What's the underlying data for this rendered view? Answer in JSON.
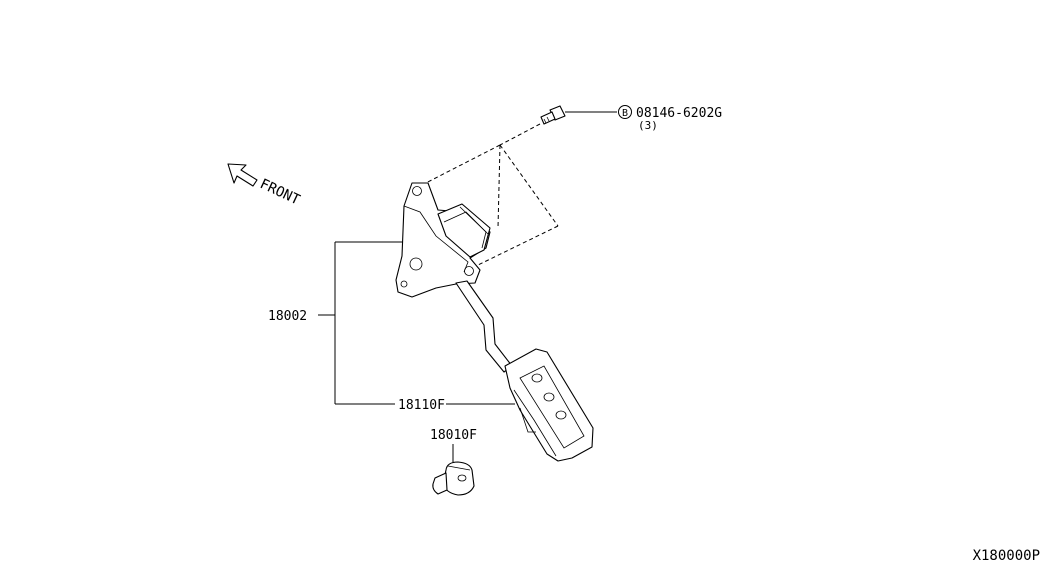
{
  "callouts": {
    "bolt_code": "08146-6202G",
    "bolt_symbol": "B",
    "bolt_qty": "(3)",
    "assembly": "18002",
    "pedal_arm": "18110F",
    "stopper": "18010F"
  },
  "orientation": {
    "label": "FRONT"
  },
  "diagram_id": "X180000P"
}
